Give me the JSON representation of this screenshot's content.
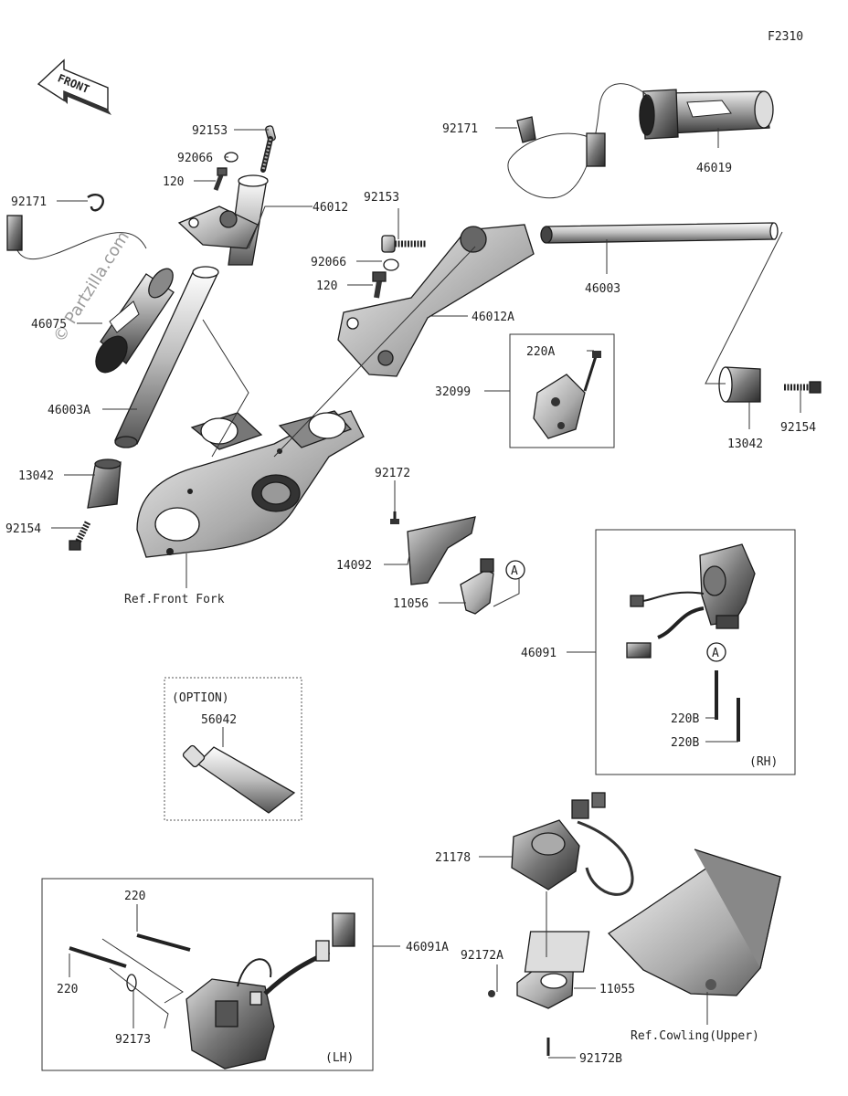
{
  "diagram": {
    "figure_code": "F2310",
    "front_arrow": "FRONT",
    "watermark": "© Partzilla.com",
    "option_label": "(OPTION)",
    "rh_label": "(RH)",
    "lh_label": "(LH)",
    "callout_letter": "A",
    "parts": {
      "p92153_left": "92153",
      "p92066_left": "92066",
      "p120_left": "120",
      "p46012": "46012",
      "p92171_left": "92171",
      "p46075": "46075",
      "p46003A": "46003A",
      "p13042_left": "13042",
      "p92154_left": "92154",
      "ref_front_fork": "Ref.Front Fork",
      "p92171_right": "92171",
      "p46019": "46019",
      "p92153_right": "92153",
      "p92066_right": "92066",
      "p120_right": "120",
      "p46012A": "46012A",
      "p46003": "46003",
      "p220A": "220A",
      "p32099": "32099",
      "p13042_right": "13042",
      "p92154_right": "92154",
      "p92172": "92172",
      "p14092": "14092",
      "p11056": "11056",
      "p46091": "46091",
      "p220B_1": "220B",
      "p220B_2": "220B",
      "p56042": "56042",
      "p21178": "21178",
      "p92172A": "92172A",
      "p11055": "11055",
      "p92172B": "92172B",
      "ref_cowling": "Ref.Cowling(Upper)",
      "p220_1": "220",
      "p220_2": "220",
      "p92173": "92173",
      "p46091A": "46091A"
    }
  }
}
